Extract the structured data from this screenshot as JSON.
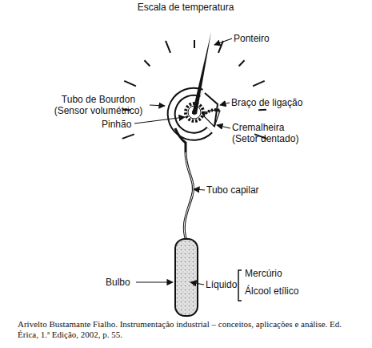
{
  "diagram": {
    "caption": "Arivelto Bustamante Fialho. Instrumentação industrial – conceitos, aplicações e análise. Ed. Érica, 1.ª Edição, 2002, p. 55.",
    "labels": [
      "Escala de temperatura",
      "Ponteiro",
      "Tubo de Bourdon (Sensor volumétrico)",
      "Braço de ligação",
      "Cremalheira (Setor dentado)",
      "Pinhão",
      "Tubo capilar",
      "Bulbo",
      "Líquido",
      "Mercúrio",
      "Álcool etílico"
    ]
  }
}
